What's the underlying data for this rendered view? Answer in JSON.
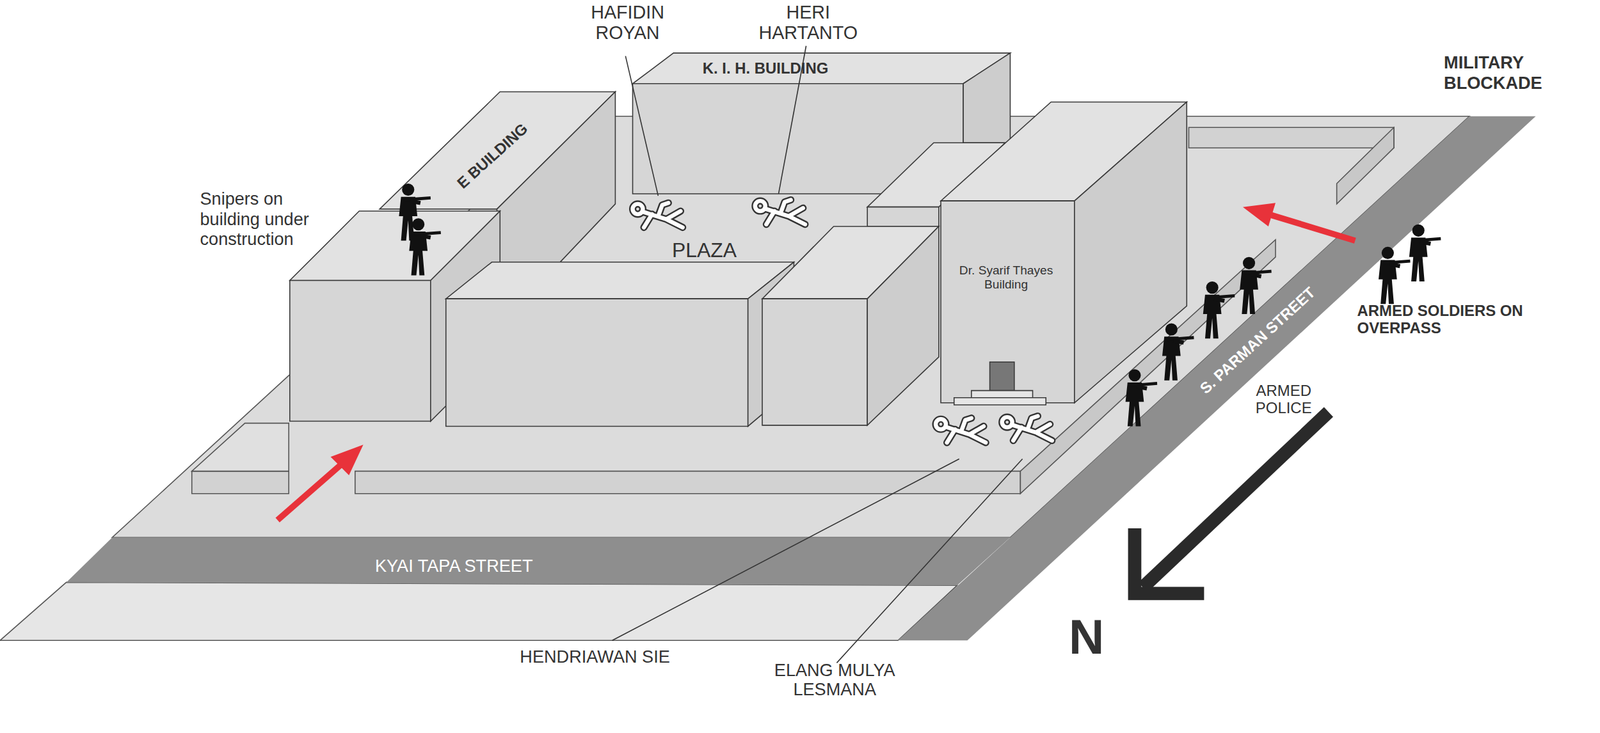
{
  "diagram": {
    "nodes": [
      {
        "text": [
          "K. I. H. BUILDING"
        ]
      },
      {
        "text": [
          "E BUILDING"
        ]
      },
      {
        "text": [
          "PLAZA"
        ]
      },
      {
        "text": [
          "Dr. Syarif Thayes Building"
        ]
      },
      {
        "text": [
          "KYAI TAPA STREET"
        ]
      },
      {
        "text": [
          "S. PARMAN STREET"
        ]
      }
    ],
    "labels": [
      "HAFIDIN ROYAN",
      "HERI HARTANTO",
      "MILITARY BLOCKADE",
      "Snipers on building under construction",
      "ARMED SOLDIERS ON OVERPASS",
      "ARMED POLICE",
      "N",
      "HENDRIAWAN SIE",
      "ELANG MULYA LESMANA"
    ]
  }
}
